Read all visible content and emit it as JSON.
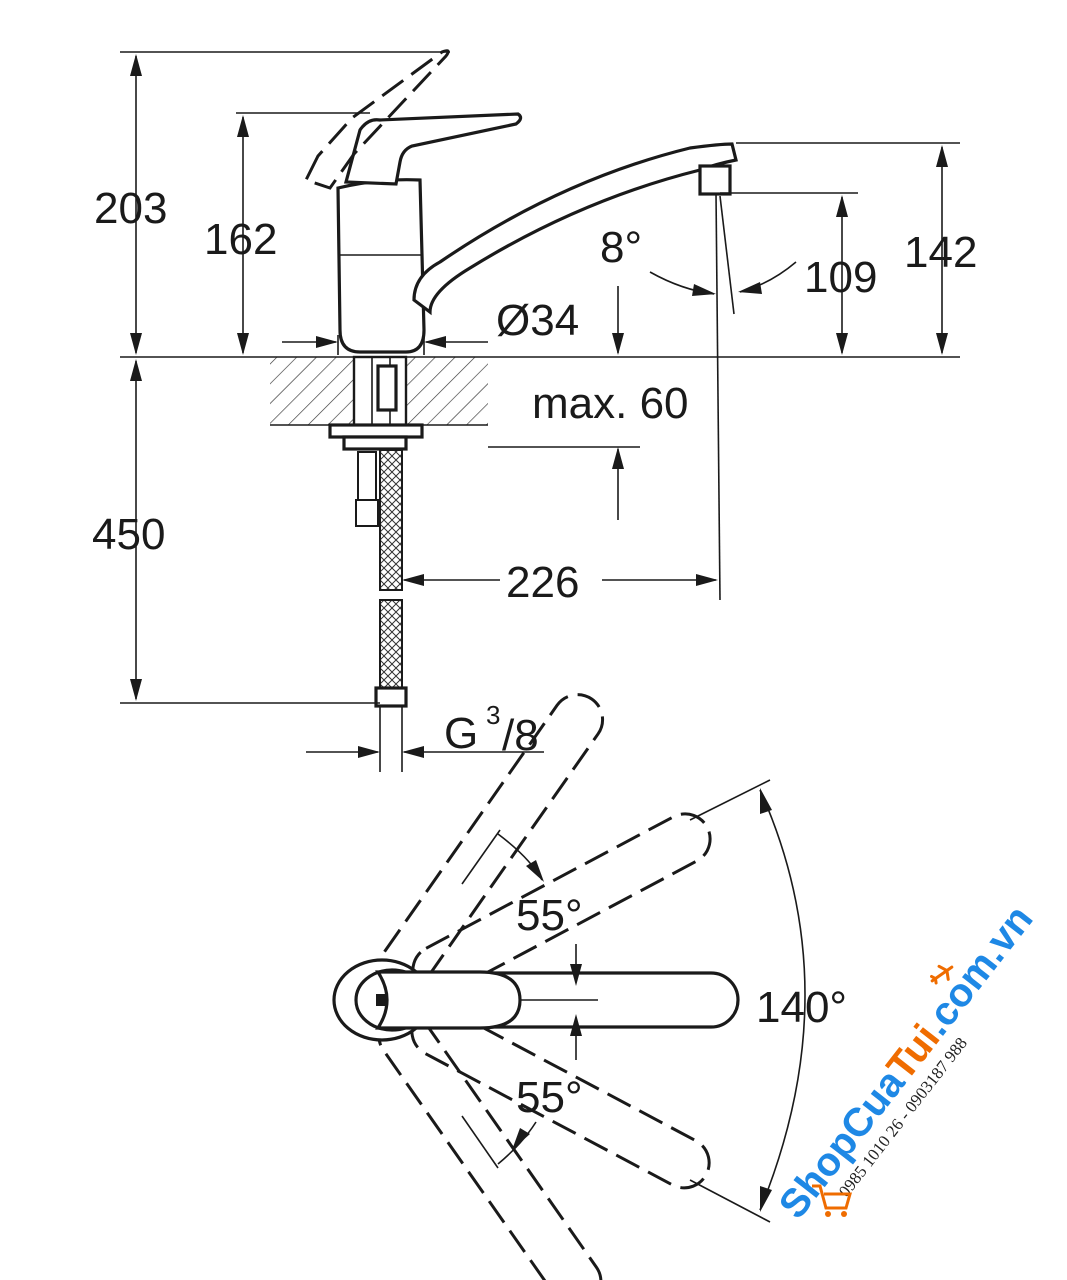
{
  "side_view": {
    "dim_total_height": "203",
    "dim_handle_height": "162",
    "dim_spout_height": "142",
    "dim_spout_outlet_height": "109",
    "dim_spout_angle": "8°",
    "dim_body_diameter": "Ø34",
    "dim_max_counter": "max. 60",
    "dim_hose_length": "450",
    "dim_reach": "226",
    "dim_thread_g": "G",
    "dim_thread_num": "3",
    "dim_thread_den": "/8"
  },
  "top_view": {
    "angle_upper": "55°",
    "angle_lower": "55°",
    "angle_total": "140°"
  },
  "watermark": {
    "brand_part1": "ShopCua",
    "brand_part2": "Tui",
    "brand_domain": ".com.vn",
    "phone": "0985 1010 26 - 0903187 988",
    "cart_icon_color": "#ef6c00",
    "plane_icon_color": "#ef6c00"
  }
}
